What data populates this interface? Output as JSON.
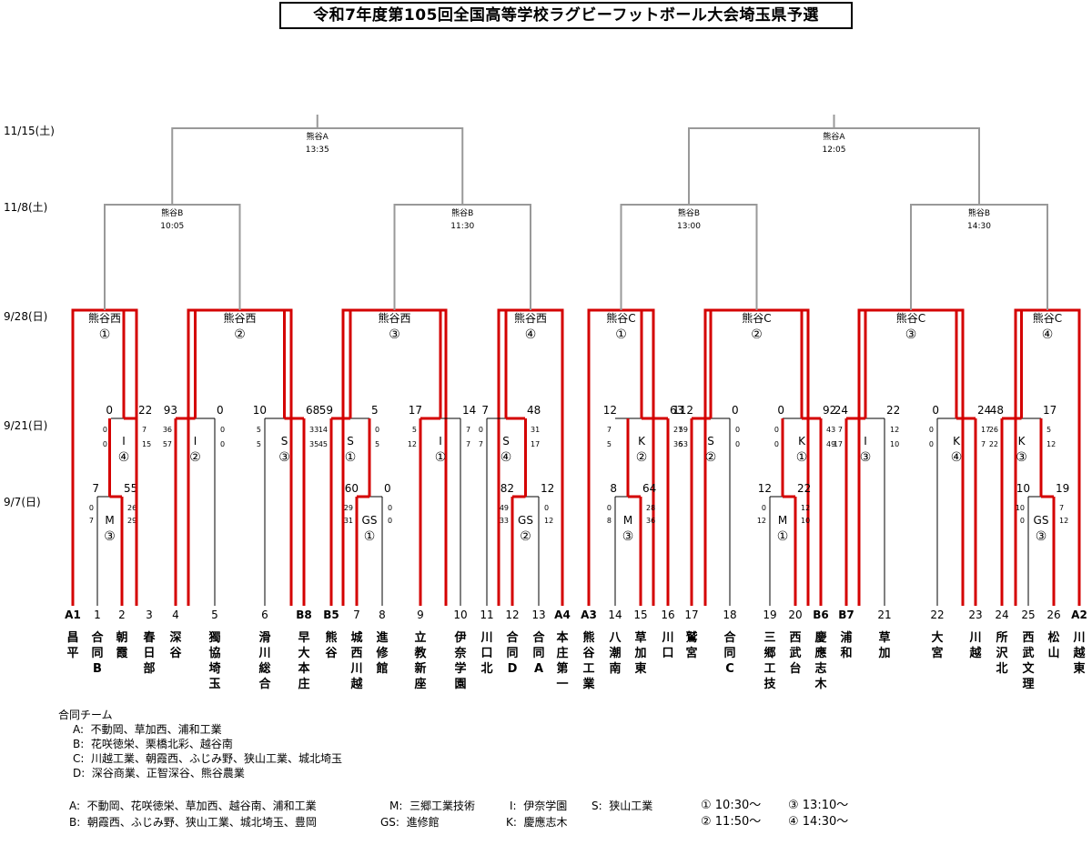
{
  "title": "令和7年度第105回全国高等学校ラグビーフットボール大会埼玉県予選",
  "dates": [
    "11/15(土)",
    "11/8(土)",
    "9/28(日)",
    "9/21(日)",
    "9/7(日)"
  ],
  "teams": [
    {
      "slot": "A1",
      "name": "昌平"
    },
    {
      "slot": "1",
      "name": "合同B"
    },
    {
      "slot": "2",
      "name": "朝霞"
    },
    {
      "slot": "3",
      "name": "春日部"
    },
    {
      "slot": "4",
      "name": "深谷"
    },
    {
      "slot": "5",
      "name": "獨協埼玉"
    },
    {
      "slot": "6",
      "name": "滑川総合"
    },
    {
      "slot": "B8",
      "name": "早大本庄"
    },
    {
      "slot": "B5",
      "name": "熊谷"
    },
    {
      "slot": "7",
      "name": "城西川越"
    },
    {
      "slot": "8",
      "name": "進修館"
    },
    {
      "slot": "9",
      "name": "立教新座"
    },
    {
      "slot": "10",
      "name": "伊奈学園"
    },
    {
      "slot": "11",
      "name": "川口北"
    },
    {
      "slot": "12",
      "name": "合同D"
    },
    {
      "slot": "13",
      "name": "合同A"
    },
    {
      "slot": "A4",
      "name": "本庄第一"
    },
    {
      "slot": "A3",
      "name": "熊谷工業"
    },
    {
      "slot": "14",
      "name": "八潮南"
    },
    {
      "slot": "15",
      "name": "草加東"
    },
    {
      "slot": "16",
      "name": "川口"
    },
    {
      "slot": "17",
      "name": "鷲宮"
    },
    {
      "slot": "18",
      "name": "合同C"
    },
    {
      "slot": "19",
      "name": "三郷工技"
    },
    {
      "slot": "20",
      "name": "西武台"
    },
    {
      "slot": "B6",
      "name": "慶應志木"
    },
    {
      "slot": "B7",
      "name": "浦和"
    },
    {
      "slot": "21",
      "name": "草加"
    },
    {
      "slot": "22",
      "name": "大宮"
    },
    {
      "slot": "23",
      "name": "川越"
    },
    {
      "slot": "24",
      "name": "所沢北"
    },
    {
      "slot": "25",
      "name": "西武文理"
    },
    {
      "slot": "26",
      "name": "松山"
    },
    {
      "slot": "A2",
      "name": "川越東"
    }
  ],
  "finals": [
    {
      "venue": "熊谷A",
      "time": "13:35"
    },
    {
      "venue": "熊谷A",
      "time": "12:05"
    }
  ],
  "semis": [
    {
      "venue": "熊谷B",
      "time": "10:05"
    },
    {
      "venue": "熊谷B",
      "time": "11:30"
    },
    {
      "venue": "熊谷B",
      "time": "13:00"
    },
    {
      "venue": "熊谷B",
      "time": "14:30"
    }
  ],
  "quarters": [
    {
      "venue": "熊谷西",
      "mark": "①"
    },
    {
      "venue": "熊谷西",
      "mark": "②"
    },
    {
      "venue": "熊谷西",
      "mark": "③"
    },
    {
      "venue": "熊谷西",
      "mark": "④"
    },
    {
      "venue": "熊谷C",
      "mark": "①"
    },
    {
      "venue": "熊谷C",
      "mark": "②"
    },
    {
      "venue": "熊谷C",
      "mark": "③"
    },
    {
      "venue": "熊谷C",
      "mark": "④"
    }
  ],
  "r2": [
    {
      "venue": "I",
      "mark": "④",
      "left": "0",
      "right": "22",
      "lh": [
        "0",
        "0"
      ],
      "rh": [
        "7",
        "15"
      ]
    },
    {
      "venue": "I",
      "mark": "②",
      "left": "93",
      "right": "0",
      "lh": [
        "36",
        "57"
      ],
      "rh": [
        "0",
        "0"
      ]
    },
    {
      "venue": "S",
      "mark": "③",
      "left": "10",
      "right": "68",
      "lh": [
        "5",
        "5"
      ],
      "rh": [
        "33",
        "35"
      ]
    },
    {
      "venue": "S",
      "mark": "①",
      "left": "59",
      "right": "5",
      "lh": [
        "14",
        "45"
      ],
      "rh": [
        "0",
        "5"
      ]
    },
    {
      "venue": "I",
      "mark": "①",
      "left": "17",
      "right": "14",
      "lh": [
        "5",
        "12"
      ],
      "rh": [
        "7",
        "7"
      ]
    },
    {
      "venue": "S",
      "mark": "④",
      "left": "7",
      "right": "48",
      "lh": [
        "0",
        "7"
      ],
      "rh": [
        "31",
        "17"
      ]
    },
    {
      "venue": "K",
      "mark": "②",
      "left": "12",
      "right": "63",
      "lh": [
        "7",
        "5"
      ],
      "rh": [
        "27",
        "36"
      ]
    },
    {
      "venue": "S",
      "mark": "②",
      "left": "112",
      "right": "0",
      "lh": [
        "59",
        "53"
      ],
      "rh": [
        "0",
        "0"
      ]
    },
    {
      "venue": "K",
      "mark": "①",
      "left": "0",
      "right": "92",
      "lh": [
        "0",
        "0"
      ],
      "rh": [
        "43",
        "49"
      ]
    },
    {
      "venue": "I",
      "mark": "③",
      "left": "24",
      "right": "22",
      "lh": [
        "7",
        "17"
      ],
      "rh": [
        "12",
        "10"
      ]
    },
    {
      "venue": "K",
      "mark": "④",
      "left": "0",
      "right": "24",
      "lh": [
        "0",
        "0"
      ],
      "rh": [
        "17",
        "7"
      ]
    },
    {
      "venue": "K",
      "mark": "③",
      "left": "48",
      "right": "17",
      "lh": [
        "26",
        "22"
      ],
      "rh": [
        "5",
        "12"
      ]
    }
  ],
  "r1": [
    {
      "venue": "M",
      "mark": "③",
      "left": "7",
      "right": "55",
      "lh": [
        "0",
        "7"
      ],
      "rh": [
        "26",
        "29"
      ]
    },
    {
      "venue": "GS",
      "mark": "①",
      "left": "60",
      "right": "0",
      "lh": [
        "29",
        "31"
      ],
      "rh": [
        "0",
        "0"
      ]
    },
    {
      "venue": "GS",
      "mark": "②",
      "left": "82",
      "right": "12",
      "lh": [
        "49",
        "33"
      ],
      "rh": [
        "0",
        "12"
      ]
    },
    {
      "venue": "M",
      "mark": "③",
      "left": "8",
      "right": "64",
      "lh": [
        "0",
        "8"
      ],
      "rh": [
        "28",
        "36"
      ]
    },
    {
      "venue": "M",
      "mark": "①",
      "left": "12",
      "right": "22",
      "lh": [
        "0",
        "12"
      ],
      "rh": [
        "12",
        "10"
      ]
    },
    {
      "venue": "GS",
      "mark": "③",
      "left": "10",
      "right": "19",
      "lh": [
        "10",
        "0"
      ],
      "rh": [
        "7",
        "12"
      ]
    }
  ],
  "joint": {
    "heading": "合同チーム",
    "lines": [
      "A:  不動岡、草加西、浦和工業",
      "B:  花咲徳栄、栗橋北彩、越谷南",
      "C:  川越工業、朝霞西、ふじみ野、狭山工業、城北埼玉",
      "D:  深谷商業、正智深谷、熊谷農業"
    ]
  },
  "venues_legend": {
    "row1": [
      "A:  不動岡、花咲徳栄、草加西、越谷南、浦和工業",
      "M:  三郷工業技術",
      "I:  伊奈学園",
      "S:  狭山工業"
    ],
    "row2": [
      "B:  朝霞西、ふじみ野、狭山工業、城北埼玉、豊岡",
      "GS:  進修館",
      "K:  慶應志木"
    ]
  },
  "times": {
    "row1": [
      "① 10:30～",
      "③ 13:10～"
    ],
    "row2": [
      "② 11:50～",
      "④ 14:30～"
    ]
  },
  "colors": {
    "winner": "#d40000",
    "upper": "#999999",
    "line": "#000000"
  }
}
